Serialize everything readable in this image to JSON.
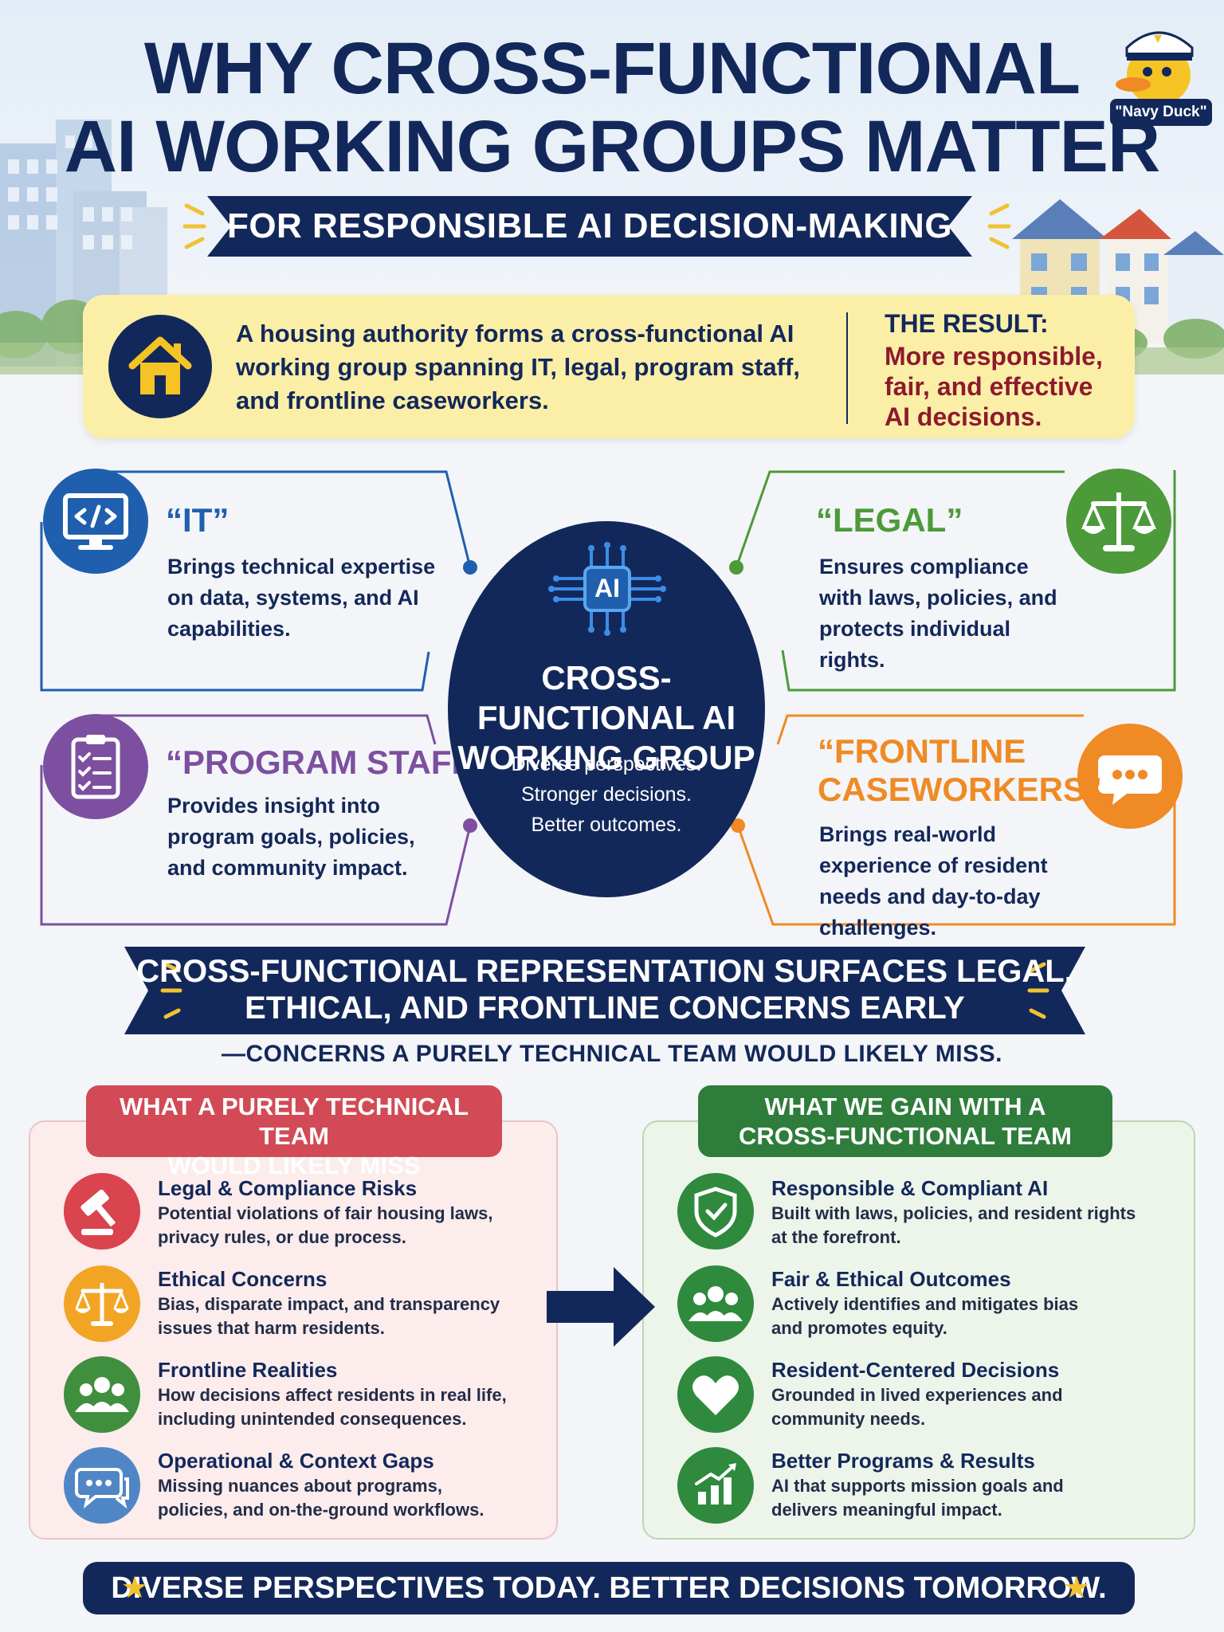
{
  "header": {
    "title_line1": "WHY CROSS-FUNCTIONAL",
    "title_line2": "AI WORKING GROUPS MATTER",
    "subtitle": "FOR RESPONSIBLE AI DECISION-MAKING",
    "mascot_label": "\"Navy Duck\""
  },
  "intro": {
    "text": "A housing authority forms a cross-functional AI working group spanning IT, legal, program staff, and frontline caseworkers.",
    "result_heading": "THE RESULT:",
    "result_text": "More responsible, fair, and effective AI decisions."
  },
  "center": {
    "chip_label": "AI",
    "title": "CROSS-FUNCTIONAL AI WORKING GROUP",
    "tagline_1": "Diverse perspectives.",
    "tagline_2": "Stronger decisions.",
    "tagline_3": "Better outcomes."
  },
  "roles": {
    "it": {
      "title": "“IT”",
      "body": "Brings technical expertise on data, systems, and AI capabilities.",
      "icon": "monitor-code-icon",
      "color": "#1f5fae"
    },
    "legal": {
      "title": "“LEGAL”",
      "body": "Ensures compliance with laws, policies, and protects individual rights.",
      "icon": "scales-icon",
      "color": "#4c9a3a"
    },
    "program": {
      "title": "“PROGRAM STAFF”",
      "body": "Provides insight into program goals, policies, and community impact.",
      "icon": "clipboard-checklist-icon",
      "color": "#7d4fa0"
    },
    "frontline": {
      "title_1": "“FRONTLINE",
      "title_2": "CASEWORKERS”",
      "body": "Brings real-world experience of resident needs and day-to-day challenges.",
      "icon": "chat-bubble-icon",
      "color": "#ef8a25"
    }
  },
  "statement": {
    "line1": "CROSS-FUNCTIONAL REPRESENTATION SURFACES LEGAL,",
    "line2": "ETHICAL, AND FRONTLINE CONCERNS EARLY",
    "sub": "—CONCERNS A PURELY TECHNICAL TEAM WOULD LIKELY MISS."
  },
  "miss": {
    "heading_1": "WHAT A PURELY TECHNICAL TEAM",
    "heading_2": "WOULD LIKELY MISS",
    "items": [
      {
        "title": "Legal & Compliance Risks",
        "desc_1": "Potential violations of fair housing laws,",
        "desc_2": "privacy rules, or due process.",
        "icon": "gavel-icon",
        "color": "#d9444f"
      },
      {
        "title": "Ethical Concerns",
        "desc_1": "Bias, disparate impact, and transparency",
        "desc_2": "issues that harm residents.",
        "icon": "scales-icon",
        "color": "#f2a524"
      },
      {
        "title": "Frontline Realities",
        "desc_1": "How decisions affect residents in real life,",
        "desc_2": "including unintended consequences.",
        "icon": "people-icon",
        "color": "#3f8f3f"
      },
      {
        "title": "Operational & Context Gaps",
        "desc_1": "Missing nuances about programs,",
        "desc_2": "policies, and on-the-ground workflows.",
        "icon": "chat-bubble-icon",
        "color": "#4f86c6"
      }
    ]
  },
  "gain": {
    "heading_1": "WHAT WE GAIN WITH A",
    "heading_2": "CROSS-FUNCTIONAL TEAM",
    "items": [
      {
        "title": "Responsible & Compliant AI",
        "desc_1": "Built with laws, policies, and resident rights",
        "desc_2": "at the forefront.",
        "icon": "shield-check-icon",
        "color": "#2f8a3d"
      },
      {
        "title": "Fair & Ethical Outcomes",
        "desc_1": "Actively identifies and mitigates bias",
        "desc_2": "and promotes equity.",
        "icon": "people-icon",
        "color": "#2f8a3d"
      },
      {
        "title": "Resident-Centered Decisions",
        "desc_1": "Grounded in lived experiences and",
        "desc_2": "community needs.",
        "icon": "heart-icon",
        "color": "#2f8a3d"
      },
      {
        "title": "Better Programs & Results",
        "desc_1": "AI that supports mission goals and",
        "desc_2": "delivers meaningful impact.",
        "icon": "growth-chart-icon",
        "color": "#2f8a3d"
      }
    ]
  },
  "footer": {
    "text": "DIVERSE PERSPECTIVES TODAY. BETTER DECISIONS TOMORROW.",
    "star": "★"
  }
}
